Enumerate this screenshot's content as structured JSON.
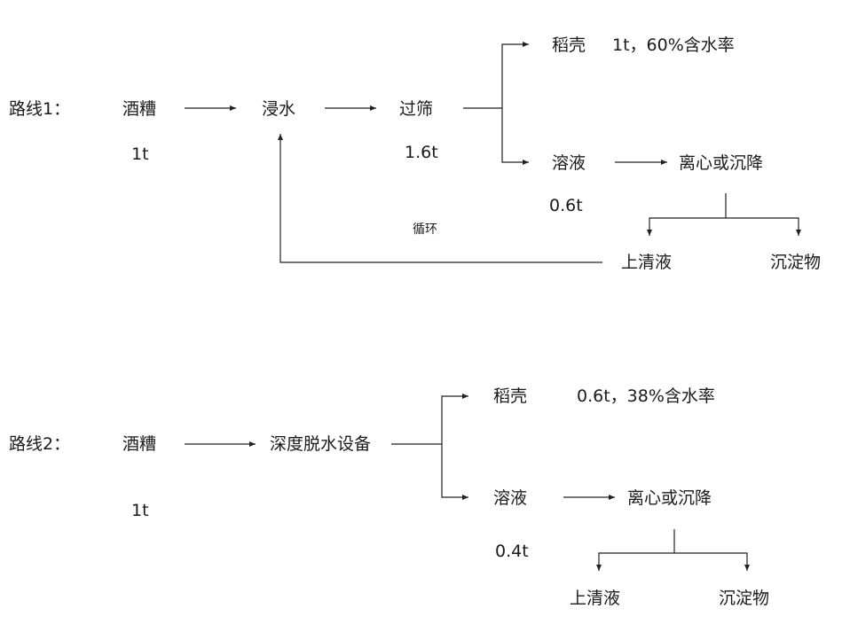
{
  "route1": {
    "title": "路线1：",
    "start": "酒糟",
    "start_amount": "1t",
    "soak": "浸水",
    "sieve": "过筛",
    "sieve_amount": "1.6t",
    "husk": "稻壳",
    "husk_note": "1t，60%含水率",
    "solution": "溶液",
    "solution_amount": "0.6t",
    "separation": "离心或沉降",
    "supernatant": "上清液",
    "sediment": "沉淀物",
    "cycle": "循环"
  },
  "route2": {
    "title": "路线2：",
    "start": "酒糟",
    "start_amount": "1t",
    "device": "深度脱水设备",
    "husk": "稻壳",
    "husk_note": "0.6t，38%含水率",
    "solution": "溶液",
    "solution_amount": "0.4t",
    "separation": "离心或沉降",
    "supernatant": "上清液",
    "sediment": "沉淀物"
  },
  "colors": {
    "text": "#1a1a1a",
    "line": "#222222",
    "background": "#ffffff"
  }
}
